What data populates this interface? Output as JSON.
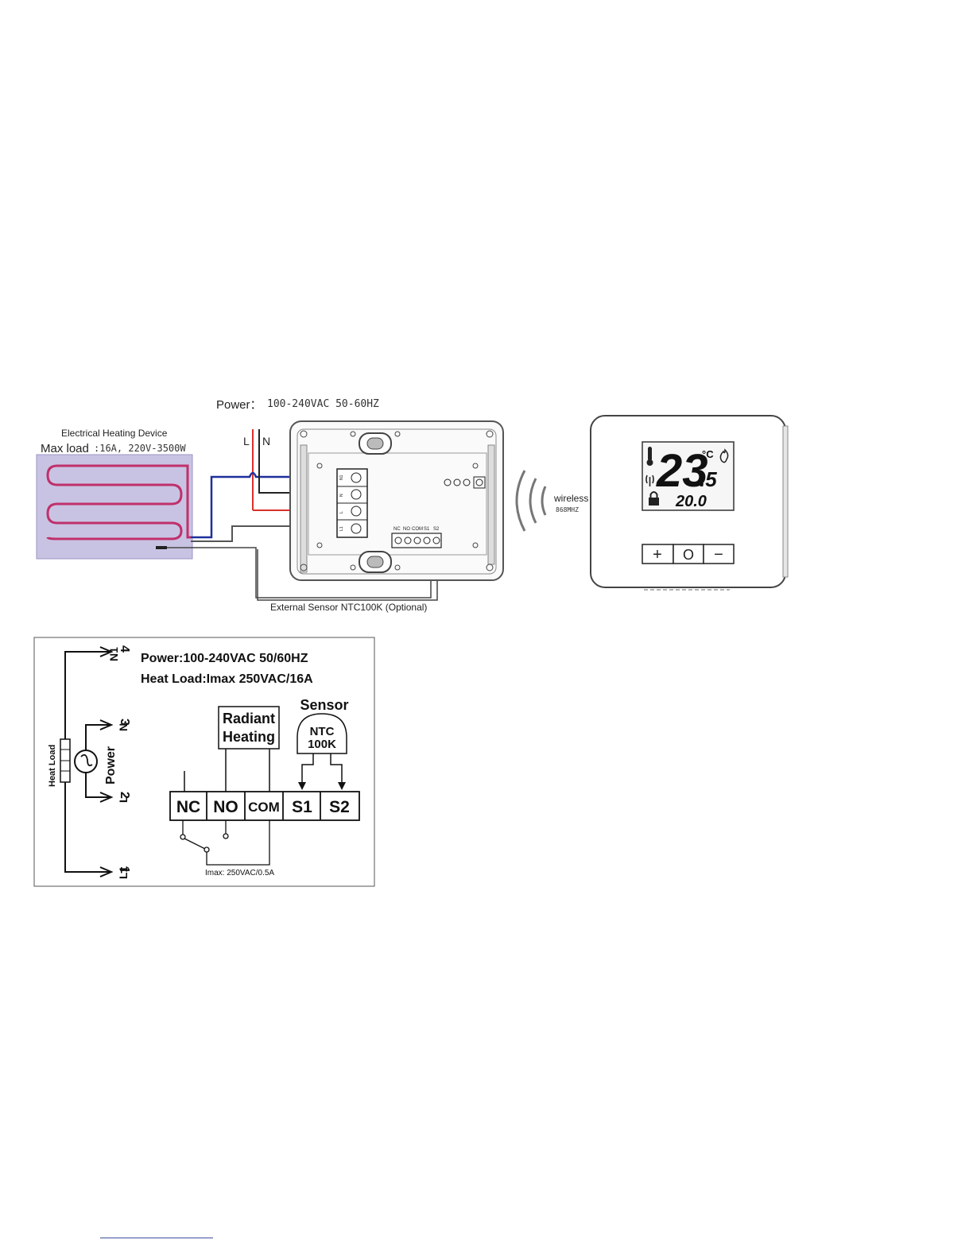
{
  "wiring": {
    "power_label": "Power：",
    "power_value": "100-240VAC  50-60HZ",
    "line_L": "L",
    "line_N": "N",
    "device_title": "Electrical Heating Device",
    "max_load_label": "Max load",
    "max_load_value": ":16A, 220V-3500W",
    "external_sensor": "External Sensor NTC100K (Optional)",
    "terminal_labels": [
      "NC",
      "NO",
      "COM",
      "S1",
      "S2"
    ],
    "receiver_terminals": [
      "N1",
      "N",
      "L",
      "L1"
    ],
    "wireless_label": "wireless",
    "wireless_freq": "868MHZ"
  },
  "thermostat": {
    "current_temp": "23",
    "current_decimal": ".5",
    "unit": "°C",
    "setpoint": "20.0",
    "buttons": [
      "+",
      "O",
      "−"
    ]
  },
  "schematic": {
    "power_line": "Power:100-240VAC 50/60HZ",
    "heat_load_line": "Heat Load:Imax 250VAC/16A",
    "radiant_line1": "Radiant",
    "radiant_line2": "Heating",
    "sensor_title": "Sensor",
    "ntc_line1": "NTC",
    "ntc_line2": "100K",
    "terminals": [
      "NC",
      "NO",
      "COM",
      "S1",
      "S2"
    ],
    "relay_rating": "Imax: 250VAC/0.5A",
    "terminal_N1": "N1",
    "terminal_N": "N",
    "terminal_L": "L",
    "terminal_L1": "L1",
    "num_4": "4",
    "num_3": "3",
    "num_2": "2",
    "num_1": "1",
    "power_vertical": "Power",
    "heat_load_vertical": "Heat Load"
  },
  "colors": {
    "wire_blue": "#1f2f9c",
    "wire_red": "#d8312c",
    "wire_black": "#222222",
    "heating_fill": "#c9c3e3",
    "heating_coil": "#c0306b",
    "footer_link": "#3b4fa0"
  }
}
